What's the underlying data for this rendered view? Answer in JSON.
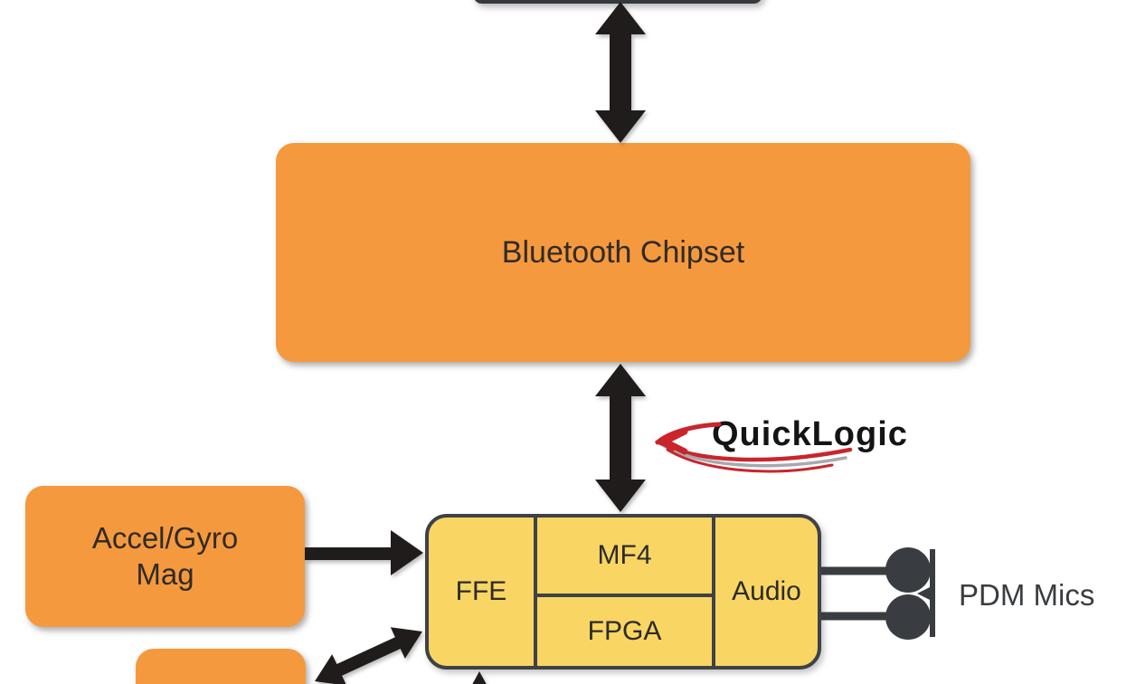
{
  "colors": {
    "orange_box": "#F5993E",
    "yellow_block": "#F9D563",
    "dark_border": "#3E4247",
    "arrow_black": "#1F1C1B",
    "logo_red": "#C9252C",
    "logo_gray": "#A6AAAD"
  },
  "nodes": {
    "bluetooth": {
      "label": "Bluetooth Chipset"
    },
    "sensor_box": {
      "line1": "Accel/Gyro",
      "line2": "Mag"
    },
    "soc_block": {
      "ffe": "FFE",
      "mf4": "MF4",
      "fpga": "FPGA",
      "audio": "Audio"
    },
    "mics": {
      "label": "PDM Mics"
    },
    "logo": {
      "text": "QuickLogic"
    }
  }
}
